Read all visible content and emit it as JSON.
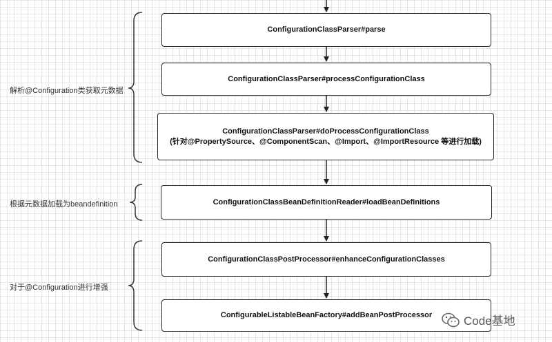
{
  "nodes": [
    {
      "id": "n1",
      "label": "ConfigurationClassParser#parse"
    },
    {
      "id": "n2",
      "label": "ConfigurationClassParser#processConfigurationClass"
    },
    {
      "id": "n3",
      "label": "ConfigurationClassParser#doProcessConfigurationClass",
      "sublabel": "(针对@PropertySource、@ComponentScan、@Import、@ImportResource 等进行加载)"
    },
    {
      "id": "n4",
      "label": "ConfigurationClassBeanDefinitionReader#loadBeanDefinitions"
    },
    {
      "id": "n5",
      "label": "ConfigurationClassPostProcessor#enhanceConfigurationClasses"
    },
    {
      "id": "n6",
      "label": "ConfigurableListableBeanFactory#addBeanPostProcessor"
    }
  ],
  "groups": [
    {
      "label": "解析@Configuration类获取元数据"
    },
    {
      "label": "根据元数据加载为beandefinition"
    },
    {
      "label": "对于@Configuration进行增强"
    }
  ],
  "watermark": {
    "text": "Code基地",
    "icon": "wechat-icon"
  }
}
